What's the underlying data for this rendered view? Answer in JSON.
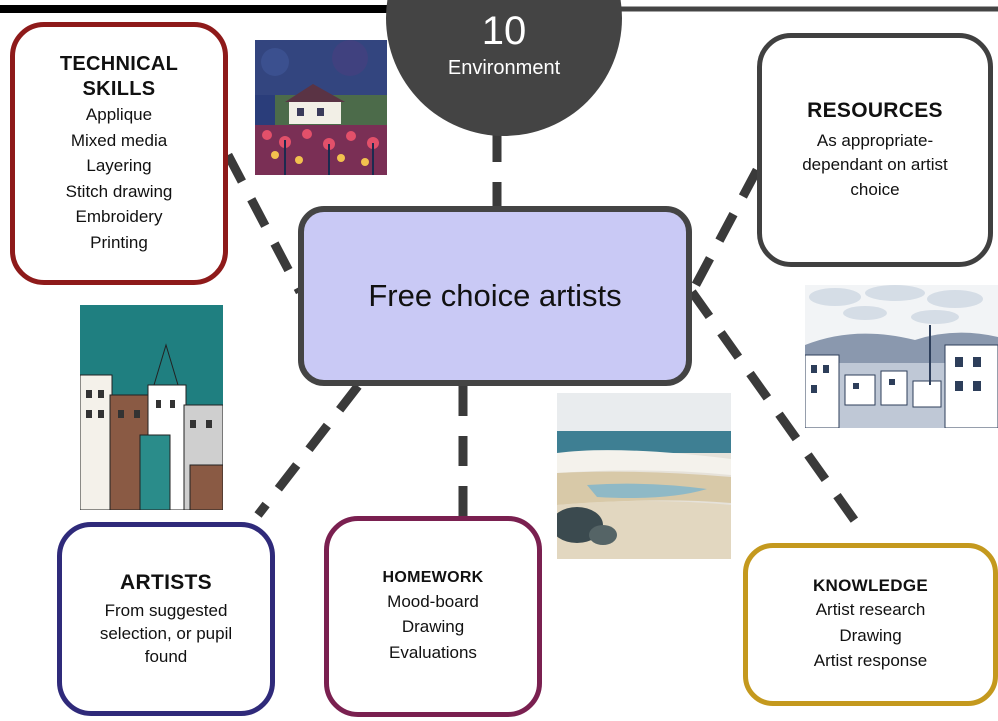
{
  "environment": {
    "number": "10",
    "label": "Environment"
  },
  "center": {
    "label": "Free choice artists"
  },
  "technical_skills": {
    "title_line1": "TECHNICAL",
    "title_line2": "SKILLS",
    "items": [
      "Applique",
      "Mixed media",
      "Layering",
      "Stitch drawing",
      "Embroidery",
      "Printing"
    ]
  },
  "resources": {
    "title": "RESOURCES",
    "lines": [
      "As appropriate-",
      "dependant on artist",
      "choice"
    ]
  },
  "artists": {
    "title": "ARTISTS",
    "lines": [
      "From suggested",
      "selection, or pupil",
      "found"
    ]
  },
  "homework": {
    "title": "HOMEWORK",
    "items": [
      "Mood-board",
      "Drawing",
      "Evaluations"
    ]
  },
  "knowledge": {
    "title": "KNOWLEDGE",
    "items": [
      "Artist research",
      "Drawing",
      "Artist response"
    ]
  },
  "colors": {
    "center_fill": "#c9c9f5",
    "center_border": "#444444",
    "technical_border": "#8e1a1a",
    "resources_border": "#404040",
    "artists_border": "#2f2a7a",
    "homework_border": "#7a2050",
    "knowledge_border": "#c4991e",
    "connector": "#3a3a3a"
  }
}
